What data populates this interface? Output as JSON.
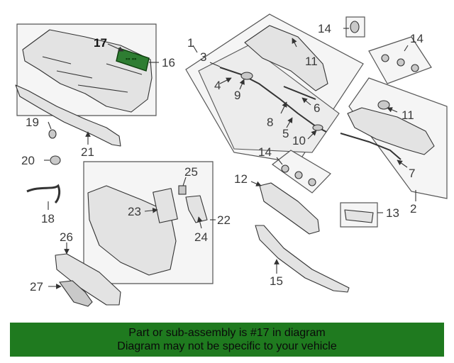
{
  "diagram": {
    "callouts": [
      "1",
      "2",
      "3",
      "4",
      "5",
      "6",
      "7",
      "8",
      "9",
      "10",
      "11",
      "11",
      "12",
      "13",
      "14",
      "14",
      "14",
      "15",
      "16",
      "17",
      "18",
      "19",
      "20",
      "21",
      "22",
      "23",
      "24",
      "25",
      "26",
      "27"
    ],
    "highlight_part": "17",
    "highlight_color": "#2e7d32"
  },
  "banner": {
    "line1": "Part or sub-assembly is #17 in diagram",
    "line2": "Diagram may not be specific to your vehicle",
    "background": "#1f7a1f"
  }
}
